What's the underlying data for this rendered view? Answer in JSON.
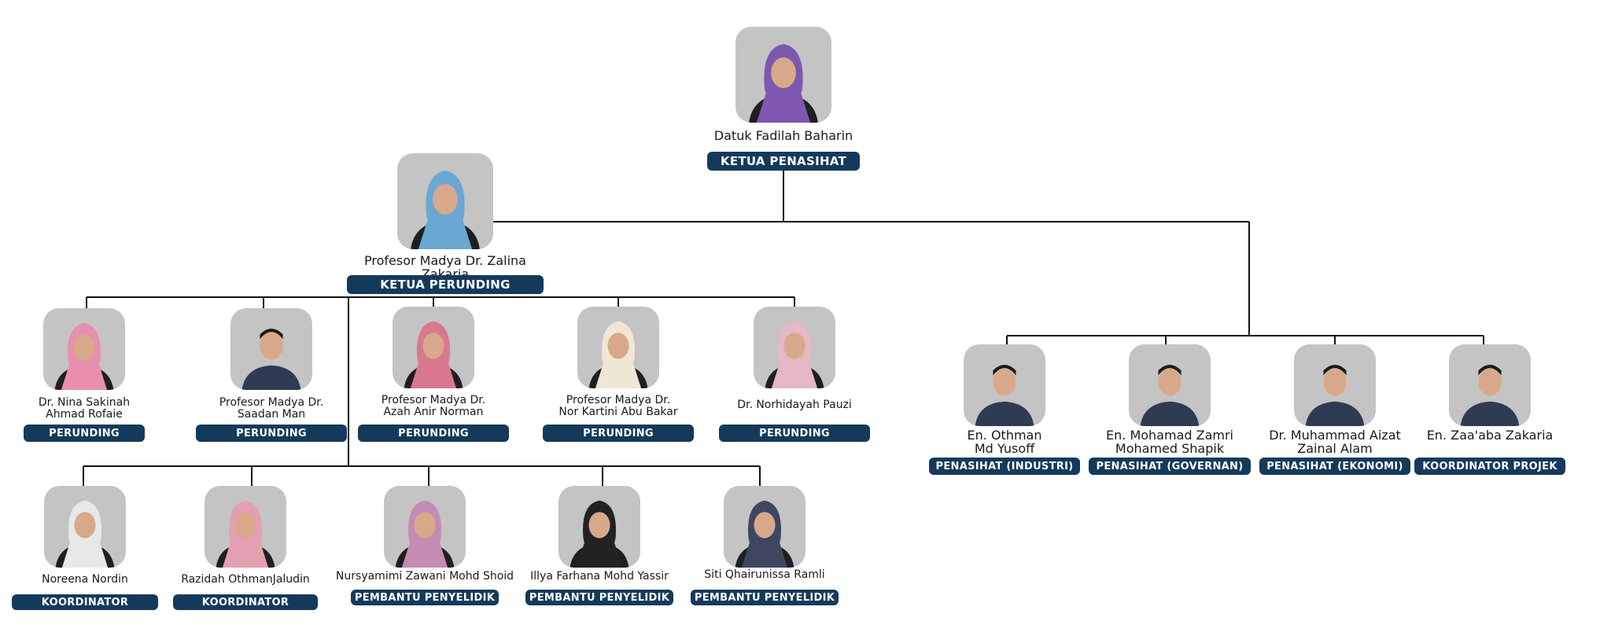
{
  "colors": {
    "badge_bg": "#143a5b",
    "badge_text": "#ffffff",
    "photo_bg": "#c4c4c4",
    "connector": "#111111"
  },
  "top": {
    "name": [
      "Datuk Fadilah Baharin"
    ],
    "role": "KETUA PENASIHAT",
    "icon": "person-photo",
    "hijab": "#7e57b0"
  },
  "left_head": {
    "name": [
      "Profesor Madya Dr. Zalina Zakaria"
    ],
    "role": "KETUA PERUNDING",
    "icon": "person-photo",
    "hijab": "#6aa7d3"
  },
  "perunding": [
    {
      "name": [
        "Dr. Nina Sakinah",
        "Ahmad Rofaie"
      ],
      "role": "PERUNDING",
      "hijab": "#e88fb0"
    },
    {
      "name": [
        "Profesor Madya Dr.",
        "Saadan Man"
      ],
      "role": "PERUNDING",
      "hijab": ""
    },
    {
      "name": [
        "Profesor Madya Dr.",
        "Azah Anir Norman"
      ],
      "role": "PERUNDING",
      "hijab": "#d9788f"
    },
    {
      "name": [
        "Profesor Madya Dr.",
        "Nor Kartini Abu Bakar"
      ],
      "role": "PERUNDING",
      "hijab": "#efe7d4"
    },
    {
      "name": [
        "Dr. Norhidayah Pauzi"
      ],
      "role": "PERUNDING",
      "hijab": "#e6b7c6"
    }
  ],
  "support": [
    {
      "name": [
        "Noreena Nordin"
      ],
      "role": "KOORDINATOR",
      "hijab": "#e8e8e8"
    },
    {
      "name": [
        "Razidah OthmanJaludin"
      ],
      "role": "KOORDINATOR",
      "hijab": "#e2a0b0"
    },
    {
      "name": [
        "Nursyamimi Zawani Mohd Shoid"
      ],
      "role": "PEMBANTU PENYELIDIK",
      "hijab": "#c58bb3"
    },
    {
      "name": [
        "Illya Farhana Mohd Yassir"
      ],
      "role": "PEMBANTU PENYELIDIK",
      "hijab": "#222222"
    },
    {
      "name": [
        "Siti Qhairunissa Ramli"
      ],
      "role": "PEMBANTU PENYELIDIK",
      "hijab": "#3f4660"
    }
  ],
  "penasihat": [
    {
      "name": [
        "En. Othman",
        "Md Yusoff"
      ],
      "role": "PENASIHAT (INDUSTRI)",
      "hijab": ""
    },
    {
      "name": [
        "En. Mohamad Zamri",
        "Mohamed Shapik"
      ],
      "role": "PENASIHAT (GOVERNAN)",
      "hijab": ""
    },
    {
      "name": [
        "Dr. Muhammad Aizat",
        "Zainal  Alam"
      ],
      "role": "PENASIHAT (EKONOMI)",
      "hijab": ""
    },
    {
      "name": [
        "En. Zaa'aba Zakaria"
      ],
      "role": "KOORDINATOR PROJEK",
      "hijab": ""
    }
  ]
}
